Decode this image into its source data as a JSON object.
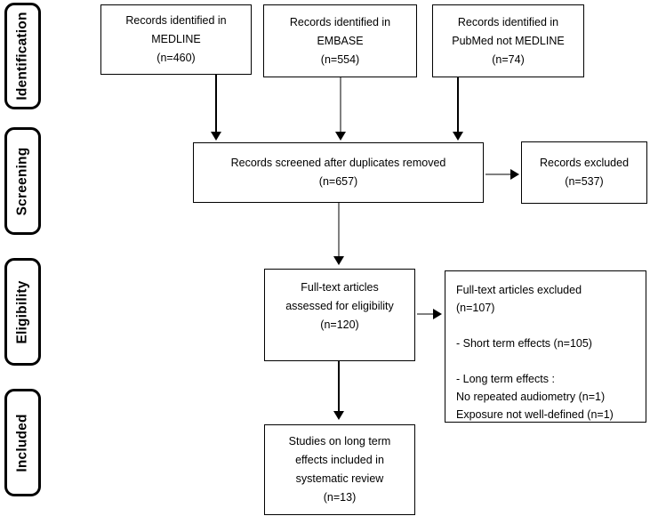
{
  "stages": [
    {
      "label": "Identification"
    },
    {
      "label": "Screening"
    },
    {
      "label": "Eligibility"
    },
    {
      "label": "Included"
    }
  ],
  "boxes": {
    "medline": {
      "lines": [
        "Records identified in",
        "MEDLINE",
        "(n=460)"
      ]
    },
    "embase": {
      "lines": [
        "Records identified in",
        "EMBASE",
        "(n=554)"
      ]
    },
    "pubmed": {
      "lines": [
        "Records identified in",
        "PubMed not MEDLINE",
        "(n=74)"
      ]
    },
    "screened": {
      "lines": [
        "Records screened after duplicates removed",
        "(n=657)"
      ]
    },
    "records_excluded": {
      "lines": [
        "Records excluded",
        "(n=537)"
      ]
    },
    "fulltext": {
      "lines": [
        "Full-text articles",
        "assessed for eligibility",
        "(n=120)"
      ]
    },
    "fulltext_excluded": {
      "lines": [
        "Full-text articles excluded",
        "(n=107)",
        "",
        "- Short term effects (n=105)",
        "",
        "- Long term effects :",
        "No repeated audiometry (n=1)",
        "Exposure not well-defined (n=1)"
      ]
    },
    "included_studies": {
      "lines": [
        "Studies on long term",
        "effects included in",
        "systematic review",
        "(n=13)"
      ]
    }
  },
  "colors": {
    "line_black": "#000000",
    "shaft_gray": "#808080",
    "background": "#ffffff",
    "text": "#000000"
  }
}
